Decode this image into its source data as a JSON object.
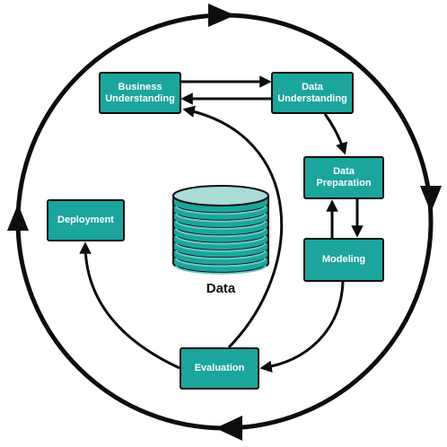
{
  "nodes": {
    "business_understanding": "Business\nUnderstanding",
    "data_understanding": "Data\nUnderstanding",
    "data_preparation": "Data\nPreparation",
    "modeling": "Modeling",
    "deployment": "Deployment",
    "evaluation": "Evaluation"
  },
  "center": {
    "label": "Data"
  },
  "colors": {
    "box_fill": "#1ba59d",
    "line": "#0d0d0d",
    "db_fill": "#1aa69e",
    "db_band": "#6fc9c2",
    "db_top": "#a8ddd8"
  }
}
